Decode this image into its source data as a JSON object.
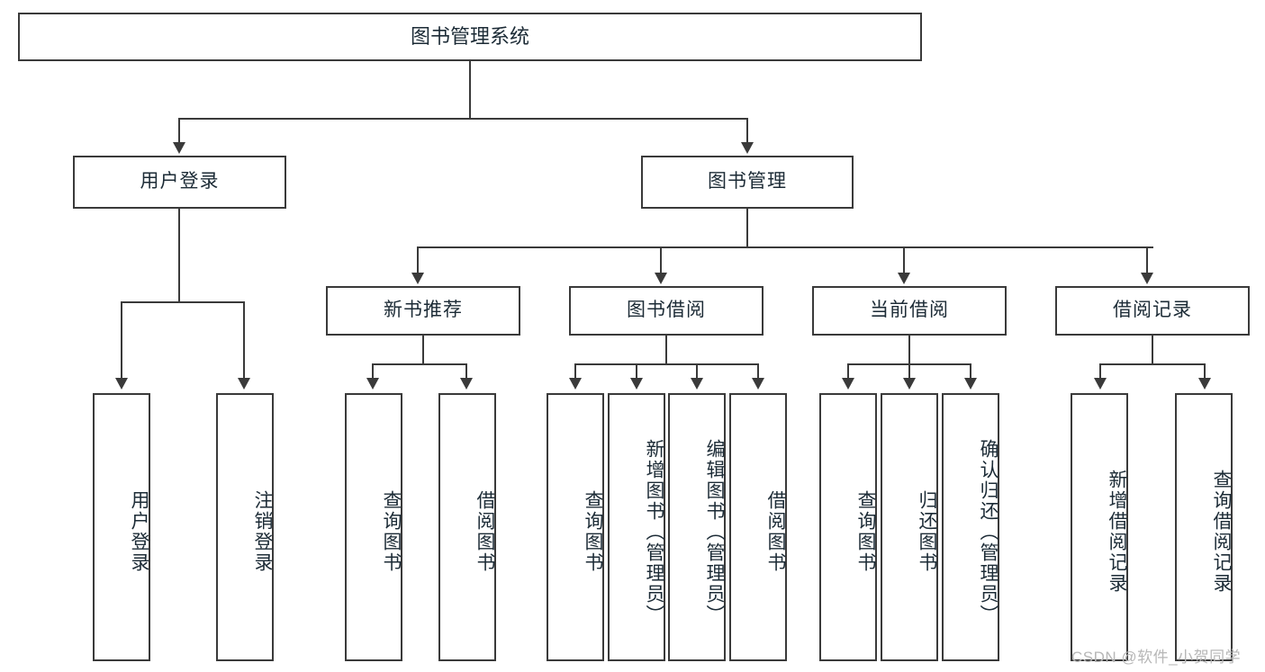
{
  "diagram": {
    "title": "图书管理系统",
    "type": "tree-hierarchy",
    "watermark": "CSDN @软件_小贺同学",
    "colors": {
      "stroke": "#3a3a3a",
      "fill": "#ffffff",
      "text": "#1c2b36",
      "watermark": "#b7b7b7"
    }
  },
  "root": {
    "label": "图书管理系统"
  },
  "level2": [
    {
      "id": "user-login",
      "label": "用户登录"
    },
    {
      "id": "book-manage",
      "label": "图书管理"
    }
  ],
  "level3": [
    {
      "id": "new-book-recommend",
      "label": "新书推荐"
    },
    {
      "id": "book-borrow",
      "label": "图书借阅"
    },
    {
      "id": "current-borrow",
      "label": "当前借阅"
    },
    {
      "id": "borrow-record",
      "label": "借阅记录"
    }
  ],
  "leaves": {
    "user_login": [
      {
        "id": "leaf-user-login",
        "label": "用户登录"
      },
      {
        "id": "leaf-logout-login",
        "label": "注销登录"
      }
    ],
    "new_book_recommend": [
      {
        "id": "leaf-query-book-1",
        "label": "查询图书"
      },
      {
        "id": "leaf-borrow-book-1",
        "label": "借阅图书"
      }
    ],
    "book_borrow": [
      {
        "id": "leaf-query-book-2",
        "label": "查询图书"
      },
      {
        "id": "leaf-add-book",
        "label": "新增图书（管理员）"
      },
      {
        "id": "leaf-edit-book",
        "label": "编辑图书（管理员）"
      },
      {
        "id": "leaf-borrow-book-2",
        "label": "借阅图书"
      }
    ],
    "current_borrow": [
      {
        "id": "leaf-query-book-3",
        "label": "查询图书"
      },
      {
        "id": "leaf-return-book",
        "label": "归还图书"
      },
      {
        "id": "leaf-confirm-return",
        "label": "确认归还（管理员）"
      }
    ],
    "borrow_record": [
      {
        "id": "leaf-add-record",
        "label": "新增借阅记录"
      },
      {
        "id": "leaf-query-record",
        "label": "查询借阅记录"
      }
    ]
  }
}
